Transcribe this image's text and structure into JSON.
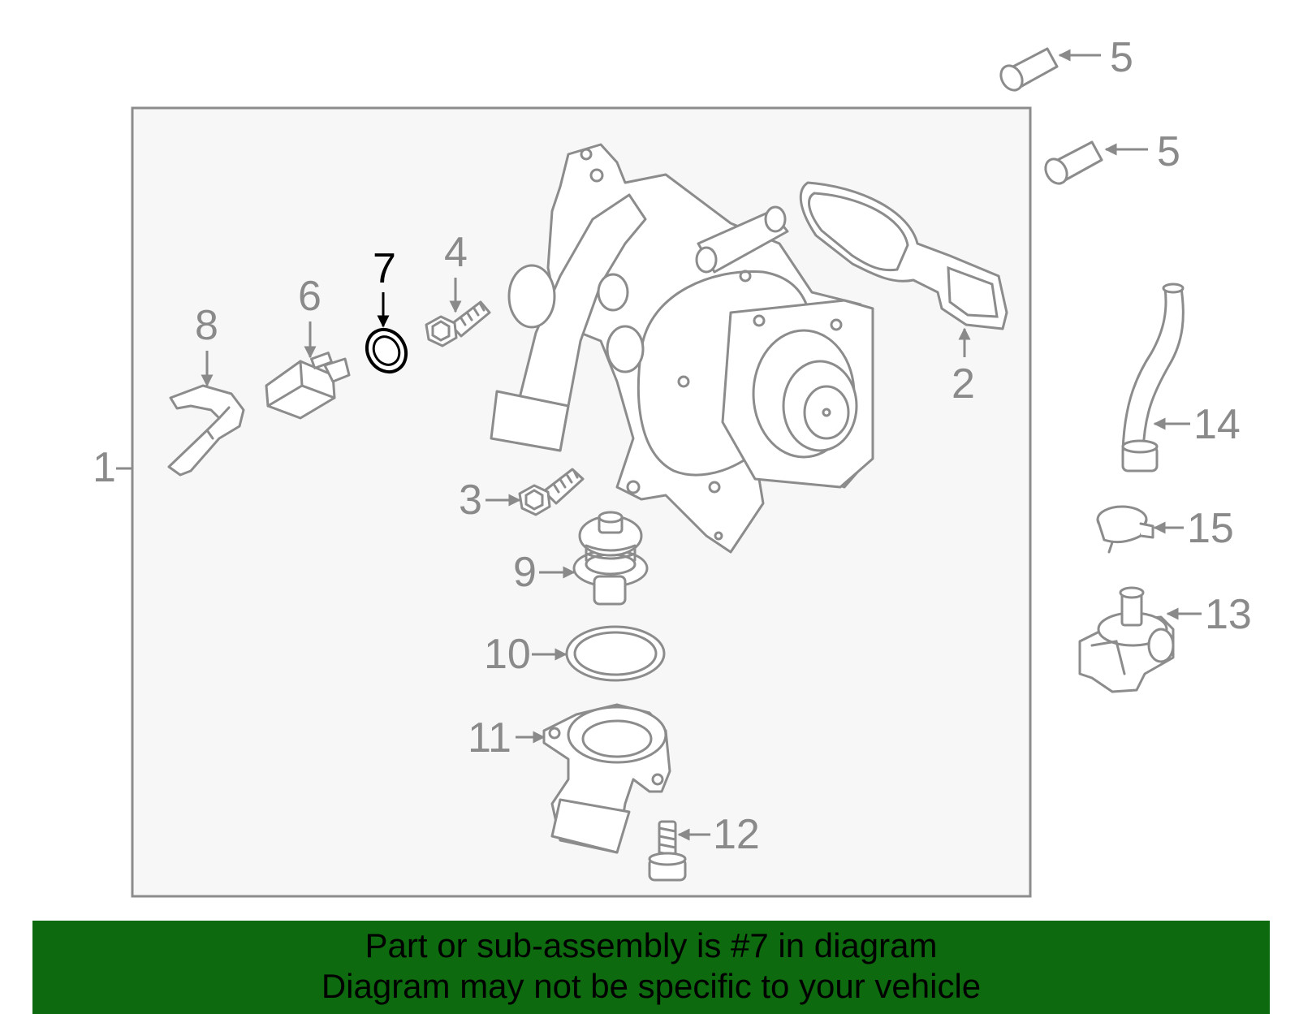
{
  "diagram": {
    "highlight_color": "#000000",
    "part_color": "#8c8c8c",
    "frame_fill": "#f7f7f7",
    "callouts": {
      "c1": "1",
      "c2": "2",
      "c3": "3",
      "c4": "4",
      "c5a": "5",
      "c5b": "5",
      "c6": "6",
      "c7": "7",
      "c8": "8",
      "c9": "9",
      "c10": "10",
      "c11": "11",
      "c12": "12",
      "c13": "13",
      "c14": "14",
      "c15": "15"
    },
    "highlighted_part": "7"
  },
  "banner": {
    "background": "#0e6a0e",
    "line1": "Part or sub-assembly is #7 in diagram",
    "line2": "Diagram may not be specific to your vehicle"
  }
}
